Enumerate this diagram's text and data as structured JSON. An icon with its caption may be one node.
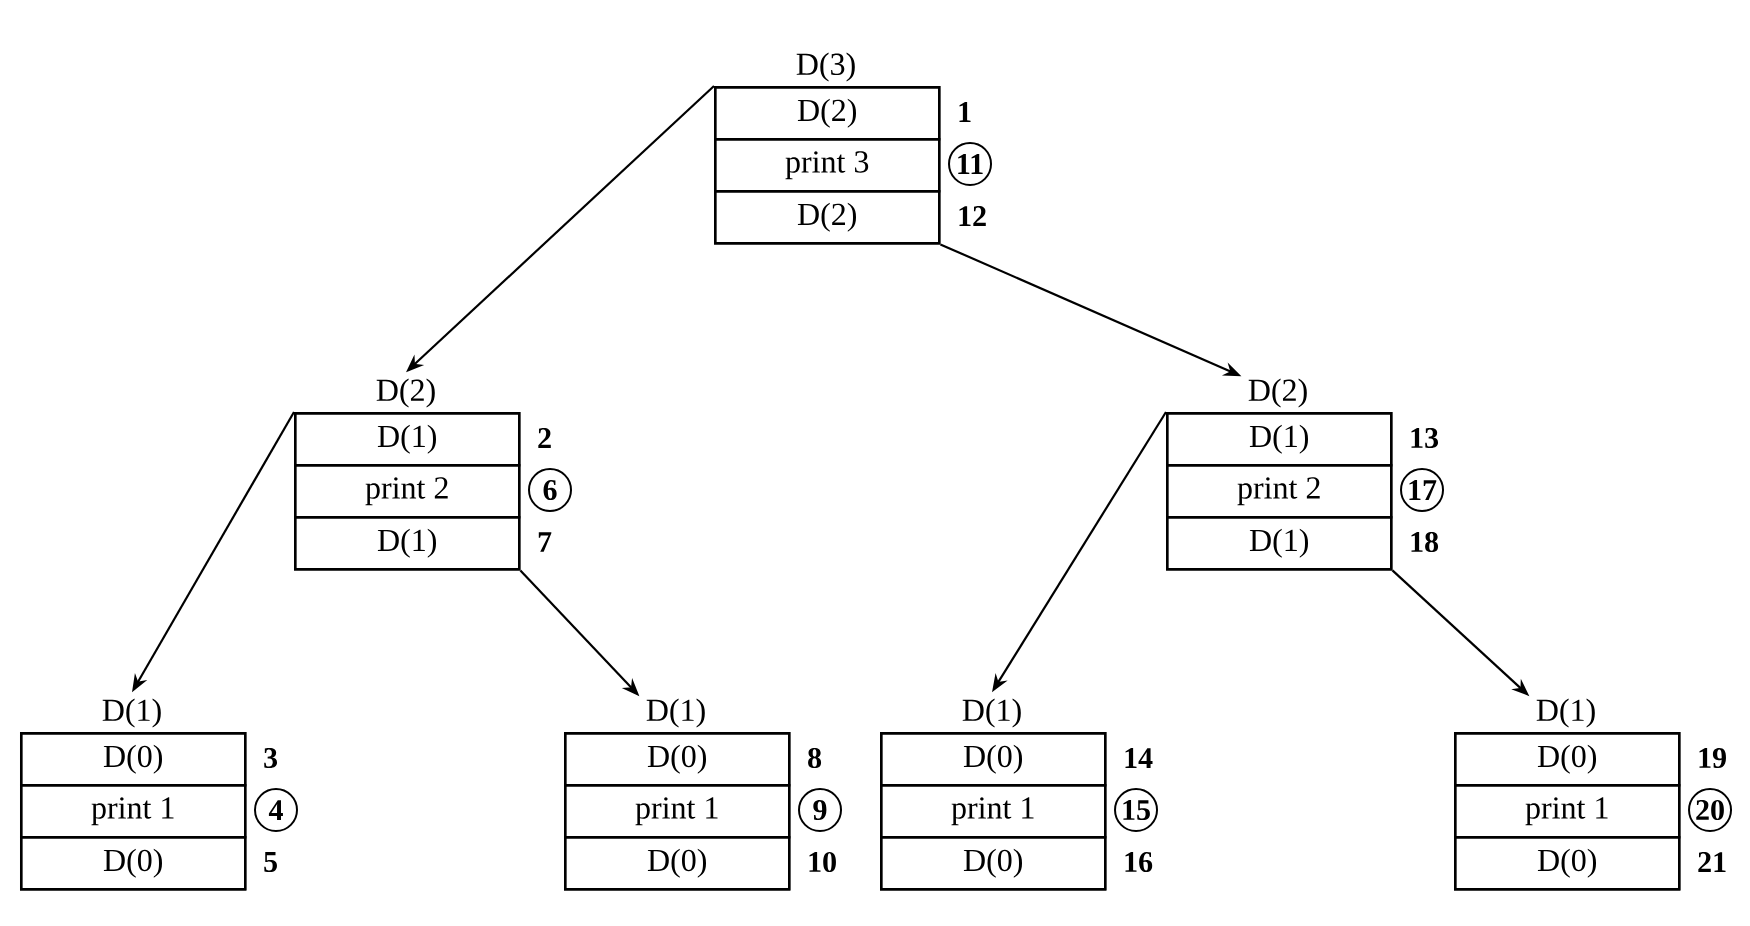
{
  "diagram": {
    "nodes": [
      {
        "text": [
          "D(3)"
        ]
      },
      {
        "text": [
          "D(2)"
        ],
        "in": 0,
        "beside": [
          "1"
        ]
      },
      {
        "text": [
          "print 3"
        ],
        "in": 0
      },
      {
        "text": [
          "11"
        ]
      },
      {
        "text": [
          "D(2)"
        ],
        "in": 0,
        "beside": [
          "12"
        ]
      },
      {
        "text": [
          "D(2)"
        ]
      },
      {
        "text": [
          "D(1)"
        ],
        "in": 5,
        "beside": [
          "2"
        ]
      },
      {
        "text": [
          "print 2"
        ],
        "in": 5
      },
      {
        "text": [
          "6"
        ]
      },
      {
        "text": [
          "D(1)"
        ],
        "in": 5,
        "beside": [
          "7"
        ]
      },
      {
        "text": [
          "D(2)"
        ]
      },
      {
        "text": [
          "D(1)"
        ],
        "in": 10,
        "beside": [
          "13"
        ]
      },
      {
        "text": [
          "print 2"
        ],
        "in": 10
      },
      {
        "text": [
          "17"
        ]
      },
      {
        "text": [
          "D(1)"
        ],
        "in": 10,
        "beside": [
          "18"
        ]
      },
      {
        "text": [
          "D(1)"
        ]
      },
      {
        "text": [
          "D(0)"
        ],
        "in": 15,
        "beside": [
          "3"
        ]
      },
      {
        "text": [
          "print 1"
        ],
        "in": 15
      },
      {
        "text": [
          "4"
        ]
      },
      {
        "text": [
          "D(0)"
        ],
        "in": 15,
        "beside": [
          "5"
        ]
      },
      {
        "text": [
          "D(1)"
        ]
      },
      {
        "text": [
          "D(0)"
        ],
        "in": 20,
        "beside": [
          "8"
        ]
      },
      {
        "text": [
          "print 1"
        ],
        "in": 20
      },
      {
        "text": [
          "9"
        ]
      },
      {
        "text": [
          "D(0)"
        ],
        "in": 20,
        "beside": [
          "10"
        ]
      },
      {
        "text": [
          "D(1)"
        ]
      },
      {
        "text": [
          "D(0)"
        ],
        "in": 25,
        "beside": [
          "14"
        ]
      },
      {
        "text": [
          "print 1"
        ],
        "in": 25
      },
      {
        "text": [
          "15"
        ]
      },
      {
        "text": [
          "D(0)"
        ],
        "in": 25,
        "beside": [
          "16"
        ]
      },
      {
        "text": [
          "D(1)"
        ]
      },
      {
        "text": [
          "D(0)"
        ],
        "in": 30,
        "beside": [
          "19"
        ]
      },
      {
        "text": [
          "print 1"
        ],
        "in": 30
      },
      {
        "text": [
          "20"
        ]
      },
      {
        "text": [
          "D(0)"
        ],
        "in": 30,
        "beside": [
          "21"
        ]
      }
    ],
    "edges": [
      {
        "from": 1,
        "to": 5,
        "arrow": "to"
      },
      {
        "from": 4,
        "to": 10,
        "arrow": "to"
      },
      {
        "from": 6,
        "to": 15,
        "arrow": "to"
      },
      {
        "from": 9,
        "to": 20,
        "arrow": "to"
      },
      {
        "from": 11,
        "to": 25,
        "arrow": "to"
      },
      {
        "from": 14,
        "to": 30,
        "arrow": "to"
      }
    ]
  }
}
